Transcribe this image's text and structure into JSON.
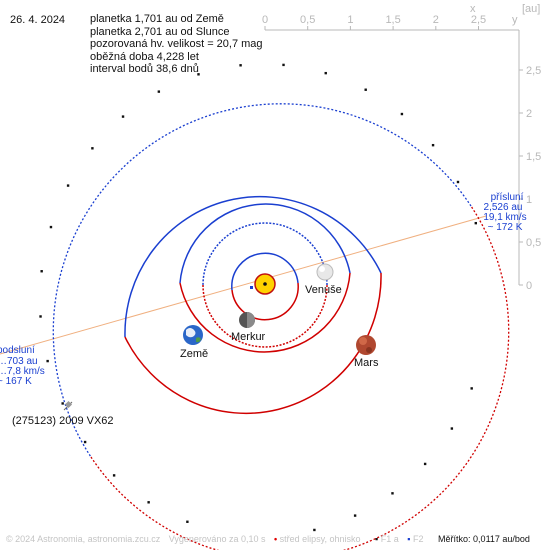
{
  "date": "26. 4. 2024",
  "info": {
    "distance_earth": "planetka 1,701 au od Země",
    "distance_sun": "planetka 2,701 au od Slunce",
    "magnitude": "pozorovaná hv. velikost = 20,7 mag",
    "period": "oběžná doba 4,228 let",
    "interval": "interval bodů 38,6 dnů"
  },
  "axes": {
    "x_ticks": [
      "0",
      "0,5",
      "1",
      "1,5",
      "2",
      "2,5"
    ],
    "y_ticks": [
      "2,5",
      "2",
      "1,5",
      "1",
      "0,5",
      "0"
    ],
    "x_label": "x",
    "y_label": "y",
    "unit": "[au]"
  },
  "labels": {
    "venus": "Venuše",
    "mercury": "Merkur",
    "earth": "Země",
    "mars": "Mars",
    "asteroid": "(275123) 2009 VX62"
  },
  "perihelion": {
    "title": "podsluní",
    "distance": "…703 au",
    "speed": "…7,8 km/s",
    "temp": "~ 167 K"
  },
  "aphelion": {
    "title": "přísluní",
    "distance": "2,526 au",
    "speed": "19,1 km/s",
    "temp": "~ 172 K"
  },
  "footer": {
    "copyright": "© 2024 Astronomia, astronomia.zcu.cz",
    "generated": "Vygenerováno za 0,10 s",
    "center": "střed elipsy, ohnisko",
    "foci": "F1 a",
    "f2": "F2",
    "scale": "Měřítko: 0,0117 au/bod"
  },
  "colors": {
    "above_ecliptic": "#1a3fd0",
    "below_ecliptic": "#d00000",
    "apse_line": "#f0b080",
    "axis": "#b8b8b8"
  }
}
